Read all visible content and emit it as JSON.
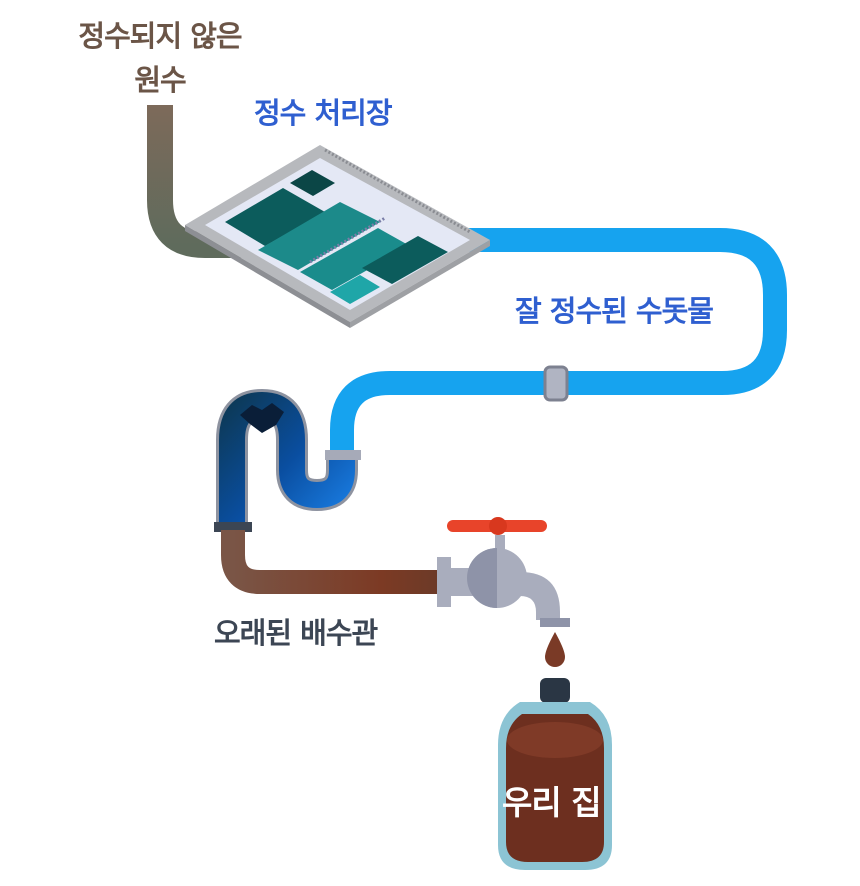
{
  "labels": {
    "raw_water_line1": "정수되지 않은",
    "raw_water_line2": "원수",
    "treatment_plant": "정수 처리장",
    "clean_tap_water": "잘 정수된 수돗물",
    "old_pipe": "오래된 배수관",
    "our_home": "우리 집"
  },
  "colors": {
    "raw_text": "#6b5547",
    "blue_text": "#2f5fd0",
    "old_pipe_text": "#3c4654",
    "clean_pipe": "#16a3ef",
    "raw_pipe_top": "#7d6a5a",
    "raw_pipe_bottom": "#5f6b5c",
    "rust_pipe": "#7c3a24",
    "tap_handle": "#e8442a",
    "tap_body": "#a9adbd",
    "bottle_water": "#6d2f1f",
    "bottle_glass": "#8cc4d4",
    "cap": "#2a3644"
  },
  "flow_steps": [
    "raw_water_line1",
    "treatment_plant",
    "clean_tap_water",
    "old_pipe",
    "our_home"
  ]
}
